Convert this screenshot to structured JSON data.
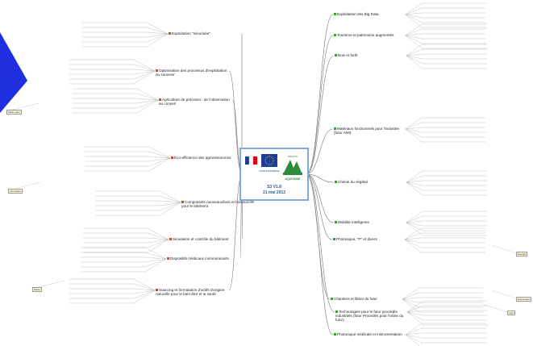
{
  "center": {
    "title": "S3 V1.8",
    "date": "21 mai 2013",
    "logo_eu": "UNION EUROPÉENNE",
    "logo_region_top": "RÉGION",
    "logo_region_name": "AQUITAINE"
  },
  "left_topics": [
    {
      "label": "Exploitation \"sécurisée\"",
      "color": "#d04a2a"
    },
    {
      "label": "Optimisation des processus d'exploitation du souvenir",
      "color": "#d04a2a"
    },
    {
      "label": "Agriculture de précision : de l'observation au conseil",
      "color": "#d04a2a"
    },
    {
      "label": "Éco-efficience des agroressources",
      "color": "#d04a2a"
    },
    {
      "label": "Composants nouveaux/bois et biosourcés pour le bâtiment",
      "color": "#d04a2a"
    },
    {
      "label": "Simulation et contrôle du bâtiment",
      "color": "#d04a2a"
    },
    {
      "label": "Dispositifs médicaux communicants",
      "color": "#d04a2a"
    },
    {
      "label": "Sourcing et formulation d'actifs d'origine naturelle pour le bien-être et la santé",
      "color": "#d04a2a"
    }
  ],
  "right_topics": [
    {
      "label": "Exploitation des Big Data",
      "color": "#3a9a3a"
    },
    {
      "label": "Tourisme et patrimoine augmentés",
      "color": "#3a9a3a"
    },
    {
      "label": "Bois et forêt",
      "color": "#3a9a3a"
    },
    {
      "label": "Matériaux fonctionnels pour l'industrie (futur AMI)",
      "color": "#3a9a3a"
    },
    {
      "label": "Chimie du végétal",
      "color": "#3a9a3a"
    },
    {
      "label": "Mobilité intelligente",
      "color": "#3a9a3a"
    },
    {
      "label": "Photonique, \"P\" et divers",
      "color": "#3a9a3a"
    },
    {
      "label": "Chantiers et filière du futur",
      "color": "#3a9a3a"
    },
    {
      "label": "Technologies pour le futur procédés industriels (futur Procédés pour l'usine du futur)",
      "color": "#3a9a3a"
    },
    {
      "label": "Photonique médicale et instrumentation",
      "color": "#3a9a3a"
    }
  ],
  "side_boxes": [
    {
      "label": "Filière aéro"
    },
    {
      "label": "Innovation"
    },
    {
      "label": "Santé"
    },
    {
      "label": "Énergie"
    },
    {
      "label": "Entreprises"
    },
    {
      "label": "Agro"
    }
  ],
  "colors": {
    "accent_left": "#d04a2a",
    "accent_right": "#3a9a3a",
    "arrow": "#1f2fe0",
    "center_border": "#7fa9d8"
  }
}
